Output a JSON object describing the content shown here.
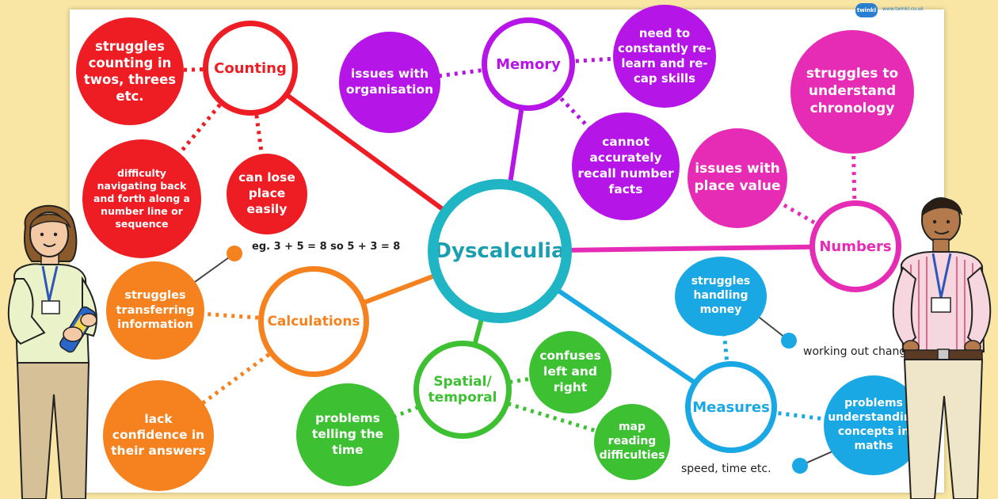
{
  "colors": {
    "counting": "#ee1d24",
    "memory": "#b515e6",
    "numbers": "#e62cb5",
    "calculations": "#f5821f",
    "spatial": "#3ec033",
    "measures": "#1aa8e4",
    "center": "#1fb5c4",
    "background": "#f9e6a4"
  },
  "brand": {
    "logo": "twinkl",
    "text": "www.twinkl.co.uk"
  },
  "center": {
    "label": "Dyscalculia"
  },
  "hubs": {
    "counting": "Counting",
    "memory": "Memory",
    "numbers": "Numbers",
    "calculations": "Calculations",
    "spatial": "Spatial/ temporal",
    "measures": "Measures"
  },
  "leaves": {
    "counting_twos": "struggles counting in twos, threes etc.",
    "counting_navigate": "difficulty navigating back and forth along a number line or sequence",
    "counting_place": "can lose place easily",
    "memory_organisation": "issues with organisation",
    "memory_relearn": "need to constantly re-learn and re-cap skills",
    "memory_recall": "cannot accurately recall number facts",
    "numbers_chronology": "struggles to understand chronology",
    "numbers_place_value": "issues with place value",
    "calc_transfer": "struggles transferring information",
    "calc_confidence": "lack confidence in their answers",
    "spatial_time": "problems telling the time",
    "spatial_leftright": "confuses left and right",
    "spatial_map": "map reading difficulties",
    "measures_money": "struggles handling money",
    "measures_concepts": "problems understanding concepts in maths"
  },
  "notes": {
    "calc_example": "eg. 3 + 5 = 8 so 5 + 3 = 8",
    "money_note": "working out change",
    "speed_note": "speed, time etc."
  },
  "icons": {
    "teacher_left": "teacher-woman-illustration",
    "teacher_right": "teacher-man-illustration"
  }
}
